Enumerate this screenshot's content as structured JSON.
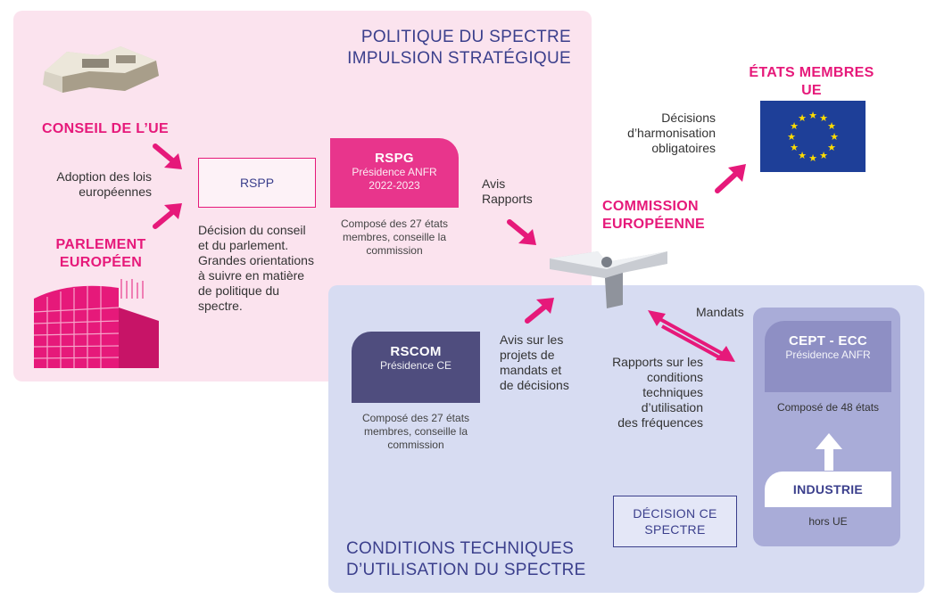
{
  "panels": {
    "top_title_line1": "POLITIQUE DU SPECTRE",
    "top_title_line2": "IMPULSION STRATÉGIQUE",
    "bottom_title_line1": "CONDITIONS TECHNIQUES",
    "bottom_title_line2": "D’UTILISATION DU SPECTRE"
  },
  "actors": {
    "conseil": "CONSEIL DE L’UE",
    "parlement_line1": "PARLEMENT",
    "parlement_line2": "EUROPÉEN",
    "commission_line1": "COMMISSION",
    "commission_line2": "EUROPÉENNE",
    "etats_line1": "ÉTATS MEMBRES",
    "etats_line2": "UE"
  },
  "labels": {
    "adoption": [
      "Adoption des lois",
      "européennes"
    ],
    "decision_conseil": [
      "Décision du conseil",
      "et du parlement.",
      "Grandes orientations",
      "à suivre en matière",
      "de politique du",
      "spectre."
    ],
    "avis_rapports": [
      "Avis",
      "Rapports"
    ],
    "decisions_harmo": [
      "Décisions",
      "d’harmonisation",
      "obligatoires"
    ],
    "avis_projets": [
      "Avis sur les",
      "projets de",
      "mandats et",
      "de décisions"
    ],
    "mandats": "Mandats",
    "rapports_conditions": [
      "Rapports sur les",
      "conditions",
      "techniques",
      "d’utilisation",
      "des fréquences"
    ]
  },
  "boxes": {
    "rspp": "RSPP",
    "rspg_title": "RSPG",
    "rspg_sub1": "Présidence ANFR",
    "rspg_sub2": "2022-2023",
    "rspg_note": [
      "Composé des 27 états",
      "membres, conseille la",
      "commission"
    ],
    "rscom_title": "RSCOM",
    "rscom_sub": "Présidence CE",
    "rscom_note": [
      "Composé des 27 états",
      "membres, conseille la",
      "commission"
    ],
    "cept_title": "CEPT - ECC",
    "cept_sub": "Présidence ANFR",
    "cept_note": "Composé de 48 états",
    "industrie": "INDUSTRIE",
    "industrie_note": "hors UE",
    "decision_line1": "DÉCISION CE",
    "decision_line2": "SPECTRE"
  },
  "colors": {
    "pink": "#e6197a",
    "navy": "#3b3f8c",
    "eu_blue": "#1e3f98",
    "eu_gold": "#ffdd00"
  }
}
